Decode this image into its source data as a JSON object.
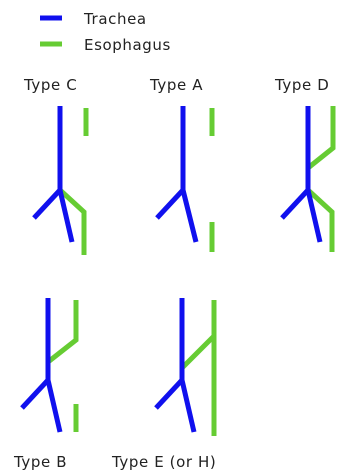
{
  "legend": {
    "trachea_label": "Trachea",
    "esophagus_label": "Esophagus"
  },
  "colors": {
    "trachea": "#1010ee",
    "esophagus": "#66cc33",
    "text": "#222222"
  },
  "types": {
    "type_c": "Type C",
    "type_a": "Type A",
    "type_d": "Type D",
    "type_b": "Type B",
    "type_e": "Type E (or H)"
  }
}
